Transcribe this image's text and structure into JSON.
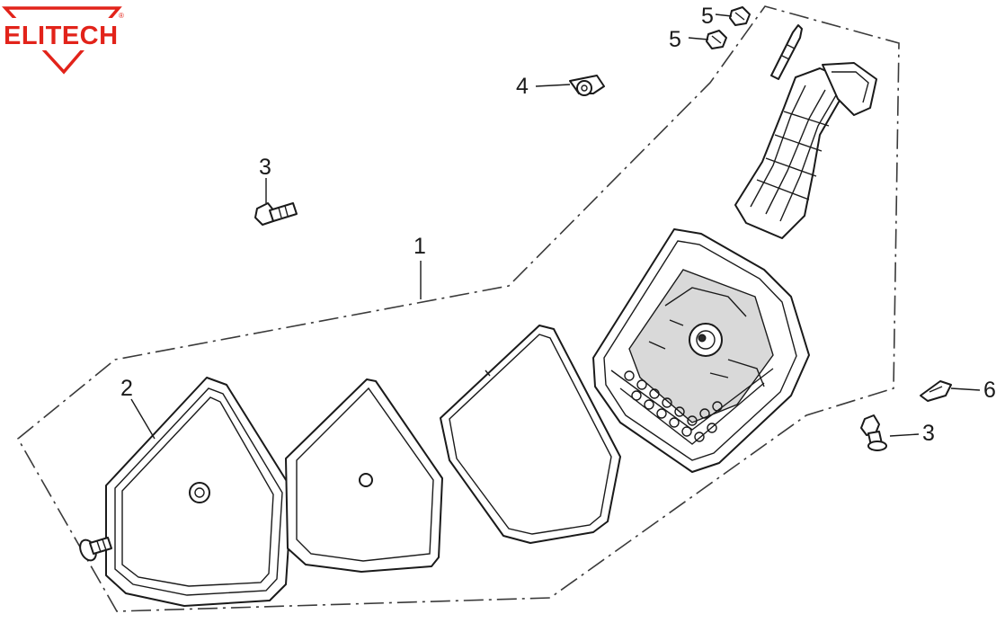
{
  "brand": {
    "name": "ELITECH",
    "mark": "®",
    "color": "#e2231a"
  },
  "callouts": {
    "c1": "1",
    "c2": "2",
    "c3a": "3",
    "c3b": "3",
    "c4": "4",
    "c5a": "5",
    "c5b": "5",
    "c6": "6"
  }
}
